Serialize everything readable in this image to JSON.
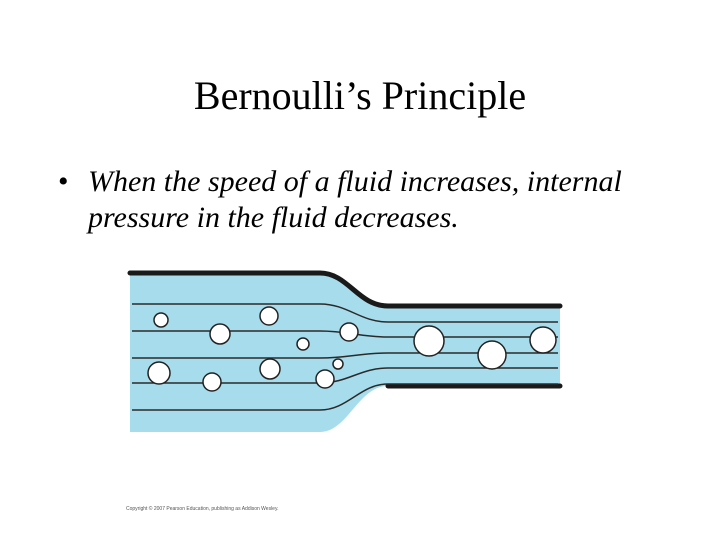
{
  "slide": {
    "title": "Bernoulli’s Principle",
    "bullet": "When the speed of a fluid increases, internal pressure in the fluid decreases.",
    "copyright": "Copyright © 2007 Pearson Education, publishing as Addison Wesley."
  },
  "colors": {
    "background": "#ffffff",
    "fluid": "#a6dcec",
    "wall": "#1a1a1a",
    "streamline": "#2a2a2a",
    "bubble_fill": "#ffffff",
    "bubble_stroke": "#222222"
  },
  "icons": {
    "bullet": "bullet-dot-icon"
  }
}
